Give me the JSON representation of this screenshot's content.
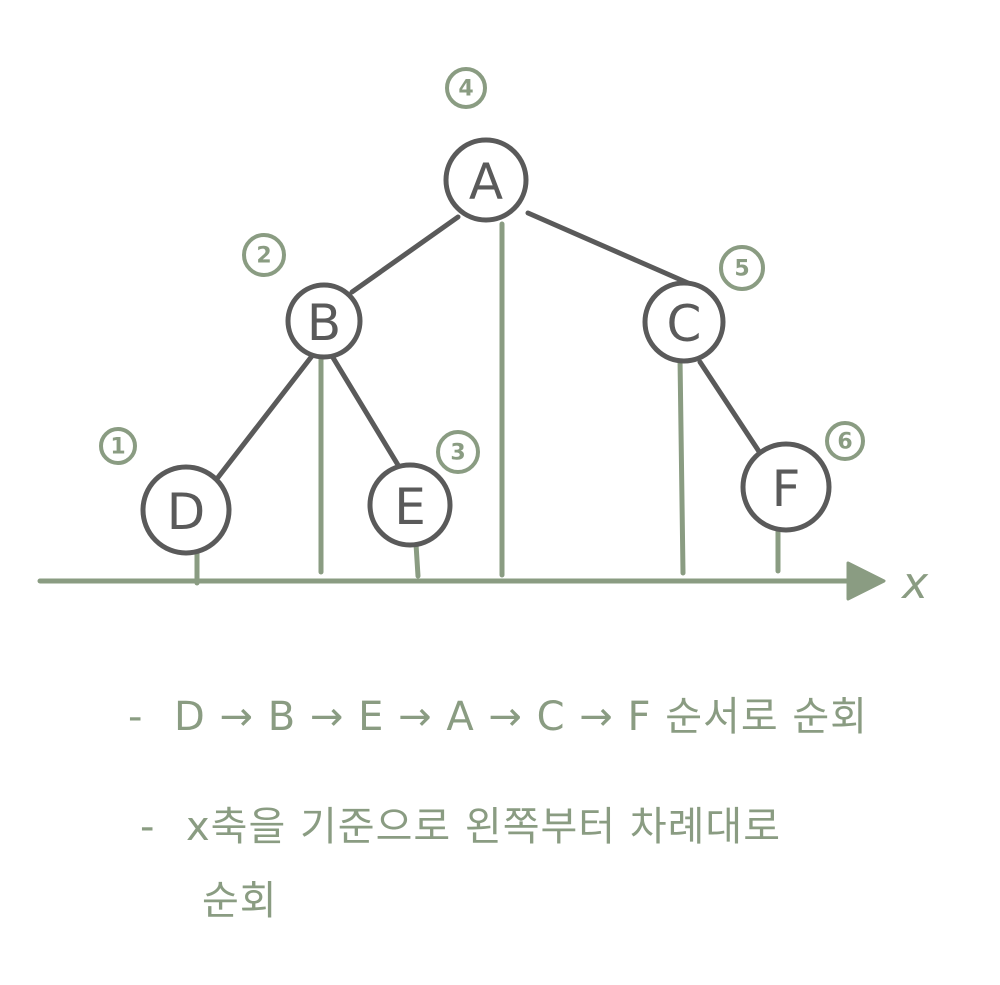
{
  "tree": {
    "nodes": [
      {
        "id": "A",
        "label": "A",
        "order": "4"
      },
      {
        "id": "B",
        "label": "B",
        "order": "2"
      },
      {
        "id": "C",
        "label": "C",
        "order": "5"
      },
      {
        "id": "D",
        "label": "D",
        "order": "1"
      },
      {
        "id": "E",
        "label": "E",
        "order": "3"
      },
      {
        "id": "F",
        "label": "F",
        "order": "6"
      }
    ],
    "edges": [
      [
        "A",
        "B"
      ],
      [
        "A",
        "C"
      ],
      [
        "B",
        "D"
      ],
      [
        "B",
        "E"
      ],
      [
        "C",
        "F"
      ]
    ]
  },
  "axis": {
    "label": "x"
  },
  "notes": {
    "dash": "-",
    "line1": "D → B → E → A → C → F 순서로 순회",
    "line2": "x축을 기준으로 왼쪽부터 차례대로",
    "line2_cont": "순회"
  }
}
